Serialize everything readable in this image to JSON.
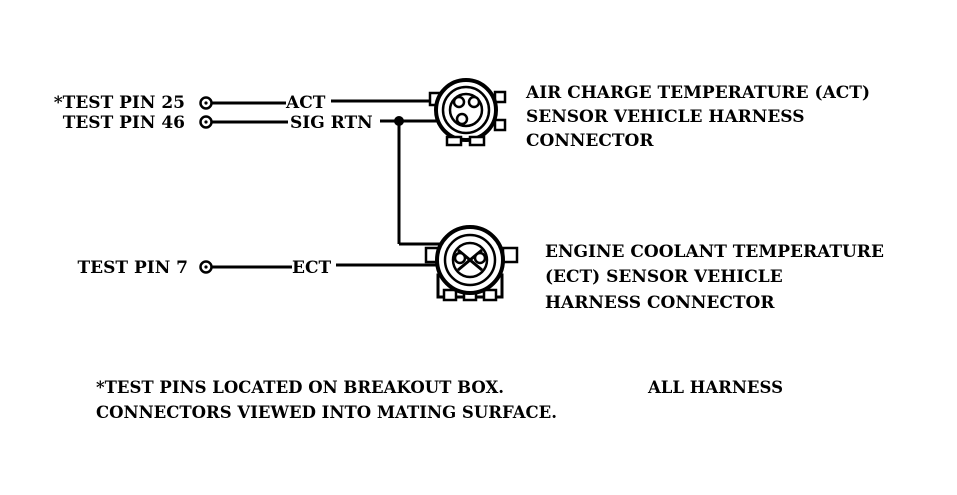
{
  "pins": {
    "pin25": "*TEST PIN  25",
    "pin46": "TEST PIN 46",
    "pin7": "TEST PIN 7"
  },
  "wires": {
    "act": "ACT",
    "sig_rtn": "SIG RTN",
    "ect": "ECT"
  },
  "act_sensor": {
    "line1": "AIR CHARGE TEMPERATURE (ACT)",
    "line2": "SENSOR VEHICLE HARNESS",
    "line3": "CONNECTOR"
  },
  "ect_sensor": {
    "line1": "ENGINE COOLANT TEMPERATURE",
    "line2": "(ECT) SENSOR VEHICLE",
    "line3": "HARNESS CONNECTOR"
  },
  "footnote": {
    "line1a": "*TEST PINS LOCATED ON BREAKOUT BOX.",
    "line1b": "ALL HARNESS",
    "line2": "CONNECTORS VIEWED INTO MATING SURFACE."
  }
}
